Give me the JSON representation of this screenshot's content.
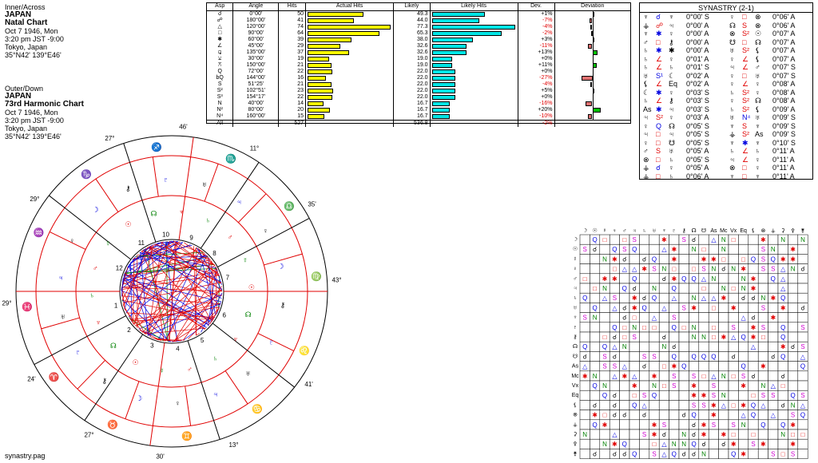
{
  "inner_chart": {
    "label": "Inner/Across",
    "name": "JAPAN",
    "type": "Natal Chart",
    "date": "Oct 7 1946, Mon",
    "time": "3:20 pm  JST -9:00",
    "place": "Tokyo, Japan",
    "coords": "35°N42' 139°E46'"
  },
  "outer_chart": {
    "label": "Outer/Down",
    "name": "JAPAN",
    "type": "73rd Harmonic Chart",
    "date": "Oct 7 1946, Mon",
    "time": "3:20 pm  JST -9:00",
    "place": "Tokyo, Japan",
    "coords": "35°N42' 139°E46'"
  },
  "footer": "synastry.pag",
  "aspect_table": {
    "headers": [
      "Asp",
      "Angle",
      "Hits",
      "Actual Hits",
      "Likely",
      "Likely Hits",
      "Dev.",
      "Deviation"
    ],
    "rows": [
      {
        "asp": "☌",
        "angle": "0°00'",
        "hits": "50",
        "likely": "49.3",
        "dev": "+1%"
      },
      {
        "asp": "☍",
        "angle": "180°00'",
        "hits": "41",
        "likely": "44.0",
        "dev": "-7%"
      },
      {
        "asp": "△",
        "angle": "120°00'",
        "hits": "74",
        "likely": "77.3",
        "dev": "-4%"
      },
      {
        "asp": "□",
        "angle": "90°00'",
        "hits": "64",
        "likely": "65.3",
        "dev": "-2%"
      },
      {
        "asp": "✱",
        "angle": "60°00'",
        "hits": "39",
        "likely": "38.0",
        "dev": "+3%"
      },
      {
        "asp": "∠",
        "angle": "45°00'",
        "hits": "29",
        "likely": "32.6",
        "dev": "-11%"
      },
      {
        "asp": "⚼",
        "angle": "135°00'",
        "hits": "37",
        "likely": "32.6",
        "dev": "+13%"
      },
      {
        "asp": "⚺",
        "angle": "30°00'",
        "hits": "19",
        "likely": "19.0",
        "dev": "+0%"
      },
      {
        "asp": "⚻",
        "angle": "150°00'",
        "hits": "21",
        "likely": "19.0",
        "dev": "+11%"
      },
      {
        "asp": "Q",
        "angle": "72°00'",
        "hits": "22",
        "likely": "22.0",
        "dev": "+0%"
      },
      {
        "asp": "bQ",
        "angle": "144°00'",
        "hits": "16",
        "likely": "22.0",
        "dev": "-27%"
      },
      {
        "asp": "S",
        "angle": "51°25'",
        "hits": "21",
        "likely": "22.0",
        "dev": "-4%"
      },
      {
        "asp": "S²",
        "angle": "102°51'",
        "hits": "23",
        "likely": "22.0",
        "dev": "+5%"
      },
      {
        "asp": "S³",
        "angle": "154°17'",
        "hits": "22",
        "likely": "22.0",
        "dev": "+0%"
      },
      {
        "asp": "N",
        "angle": "40°00'",
        "hits": "14",
        "likely": "16.7",
        "dev": "-16%"
      },
      {
        "asp": "N²",
        "angle": "80°00'",
        "hits": "20",
        "likely": "16.7",
        "dev": "+20%"
      },
      {
        "asp": "N⁴",
        "angle": "160°00'",
        "hits": "15",
        "likely": "16.7",
        "dev": "-10%"
      }
    ],
    "total": {
      "asp": "All",
      "hits": "527",
      "likely": "536.8",
      "dev": "-2%"
    }
  },
  "synastry": {
    "title": "SYNASTRY (2-1)",
    "left": [
      {
        "g1": "♆",
        "asp": "☌",
        "g2": "♆",
        "orb": "0°00' S"
      },
      {
        "g1": "⚶",
        "asp": "☍",
        "g2": "♃",
        "orb": "0°00' A"
      },
      {
        "g1": "♆",
        "asp": "✱",
        "g2": "♀",
        "orb": "0°00' A"
      },
      {
        "g1": "♂",
        "asp": "□",
        "g2": "⚷",
        "orb": "0°00' A"
      },
      {
        "g1": "♄",
        "asp": "✱",
        "g2": "✱",
        "orb": "0°00' A"
      },
      {
        "g1": "♄",
        "asp": "∠",
        "g2": "♀",
        "orb": "0°01' A"
      },
      {
        "g1": "♄",
        "asp": "∠",
        "g2": "♄",
        "orb": "0°01' S"
      },
      {
        "g1": "♅",
        "asp": "S¹",
        "g2": "☾",
        "orb": "0°02' A"
      },
      {
        "g1": "⚸",
        "asp": "∠",
        "g2": "Eq",
        "orb": "0°02' A"
      },
      {
        "g1": "☾",
        "asp": "✱",
        "g2": "♀",
        "orb": "0°03' S"
      },
      {
        "g1": "♄",
        "asp": "∠",
        "g2": "⚷",
        "orb": "0°03' S"
      },
      {
        "g1": "As",
        "asp": "✱",
        "g2": "♃",
        "orb": "0°03' S"
      },
      {
        "g1": "♃",
        "asp": "S²",
        "g2": "♀",
        "orb": "0°03' A"
      },
      {
        "g1": "♀",
        "asp": "Q",
        "g2": "☊",
        "orb": "0°05' S"
      },
      {
        "g1": "♃",
        "asp": "□",
        "g2": "♃",
        "orb": "0°05' S"
      },
      {
        "g1": "♀",
        "asp": "□",
        "g2": "☋",
        "orb": "0°05' S"
      },
      {
        "g1": "♂",
        "asp": "S",
        "g2": "♅",
        "orb": "0°05' A"
      },
      {
        "g1": "⊗",
        "asp": "□",
        "g2": "♄",
        "orb": "0°05' S"
      },
      {
        "g1": "⚶",
        "asp": "☌",
        "g2": "♀",
        "orb": "0°05' A"
      },
      {
        "g1": "⚶",
        "asp": "□",
        "g2": "♄",
        "orb": "0°06' A"
      }
    ],
    "right": [
      {
        "g1": "♀",
        "asp": "□",
        "g2": "⊗",
        "orb": "0°06' A"
      },
      {
        "g1": "☊",
        "asp": "S",
        "g2": "⊗",
        "orb": "0°06' A"
      },
      {
        "g1": "⊗",
        "asp": "S²",
        "g2": "☉",
        "orb": "0°07' A"
      },
      {
        "g1": "☋",
        "asp": "□",
        "g2": "☊",
        "orb": "0°07' A"
      },
      {
        "g1": "♅",
        "asp": "S²",
        "g2": "⚸",
        "orb": "0°07' A"
      },
      {
        "g1": "♀",
        "asp": "∠",
        "g2": "⚸",
        "orb": "0°07' A"
      },
      {
        "g1": "♃",
        "asp": "∠",
        "g2": "♂",
        "orb": "0°07' S"
      },
      {
        "g1": "♀",
        "asp": "□",
        "g2": "♅",
        "orb": "0°07' S"
      },
      {
        "g1": "♀",
        "asp": "∠",
        "g2": "♀",
        "orb": "0°08' A"
      },
      {
        "g1": "♄",
        "asp": "S²",
        "g2": "♀",
        "orb": "0°08' A"
      },
      {
        "g1": "♀",
        "asp": "S²",
        "g2": "☊",
        "orb": "0°08' A"
      },
      {
        "g1": "♄",
        "asp": "S²",
        "g2": "⚸",
        "orb": "0°09' A"
      },
      {
        "g1": "♅",
        "asp": "N⁴",
        "g2": "♅",
        "orb": "0°09' S"
      },
      {
        "g1": "♆",
        "asp": "S",
        "g2": "♆",
        "orb": "0°09' S"
      },
      {
        "g1": "⚶",
        "asp": "S²",
        "g2": "As",
        "orb": "0°09' S"
      },
      {
        "g1": "♆",
        "asp": "✱",
        "g2": "♆",
        "orb": "0°10' S"
      },
      {
        "g1": "♄",
        "asp": "∠",
        "g2": "♄",
        "orb": "0°11' A"
      },
      {
        "g1": "♃",
        "asp": "∠",
        "g2": "♀",
        "orb": "0°11' A"
      },
      {
        "g1": "⊗",
        "asp": "□",
        "g2": "♀",
        "orb": "0°11' A"
      },
      {
        "g1": "♆",
        "asp": "□",
        "g2": "♆",
        "orb": "0°11' A"
      }
    ]
  },
  "wheel": {
    "outer_signs": [
      "♓",
      "♈",
      "♉",
      "♊",
      "♋",
      "♌",
      "♍",
      "♎",
      "♏",
      "♐",
      "♑",
      "♒"
    ],
    "house_numbers": [
      "1",
      "2",
      "3",
      "4",
      "5",
      "6",
      "7",
      "8",
      "9",
      "10",
      "11",
      "12"
    ],
    "cusp_degrees": [
      "29°",
      "24'",
      "27°",
      "30'",
      "13°",
      "41'",
      "43°",
      "35'",
      "11°",
      "46'",
      "27°",
      "29°"
    ],
    "colors": {
      "red": "#e00000",
      "blue": "#0000e0",
      "green": "#008000",
      "cyan": "#00b0b0",
      "magenta": "#d000d0"
    }
  },
  "grid": {
    "header_glyphs": [
      "☽",
      "☉",
      "☿",
      "♀",
      "♂",
      "♃",
      "♄",
      "♅",
      "♆",
      "♇",
      "⚷",
      "☊",
      "☋",
      "As",
      "Mc",
      "Vx",
      "Eq",
      "⚸",
      "⊗",
      "⚶",
      "⚳",
      "⚴",
      "⚵"
    ],
    "legend_colors": {
      "conjunction": "#000000",
      "opposition": "#e00000",
      "trine": "#0000e0",
      "square": "#e00000",
      "sextile": "#0000e0",
      "quintile": "#d000d0",
      "septile": "#d000d0",
      "novile": "#008000"
    }
  }
}
